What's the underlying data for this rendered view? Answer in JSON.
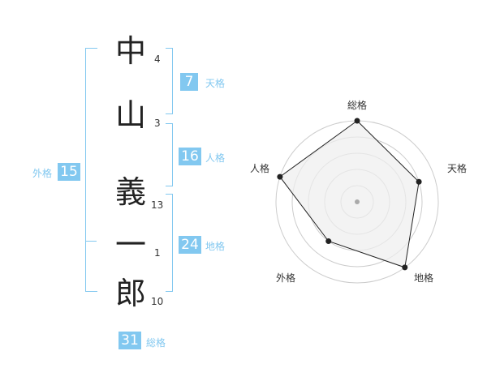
{
  "name": {
    "chars": [
      {
        "char": "中",
        "strokes": "4"
      },
      {
        "char": "山",
        "strokes": "3"
      },
      {
        "char": "義",
        "strokes": "13"
      },
      {
        "char": "一",
        "strokes": "1"
      },
      {
        "char": "郎",
        "strokes": "10"
      }
    ]
  },
  "fortune": {
    "tenkaku": {
      "value": "7",
      "label": "天格"
    },
    "jinkaku": {
      "value": "16",
      "label": "人格"
    },
    "chikaku": {
      "value": "24",
      "label": "地格"
    },
    "gaikaku": {
      "value": "15",
      "label": "外格"
    },
    "soukaku": {
      "value": "31",
      "label": "総格"
    }
  },
  "chart_data": {
    "type": "radar",
    "axes": [
      "総格",
      "天格",
      "地格",
      "外格",
      "人格"
    ],
    "values": [
      5,
      4,
      5,
      3,
      5
    ],
    "range": [
      0,
      5
    ],
    "rings": 5,
    "colors": {
      "fill": "#eeeeee",
      "line": "#222222",
      "grid": "#cccccc",
      "point": "#222222",
      "center": "#aaaaaa"
    }
  }
}
